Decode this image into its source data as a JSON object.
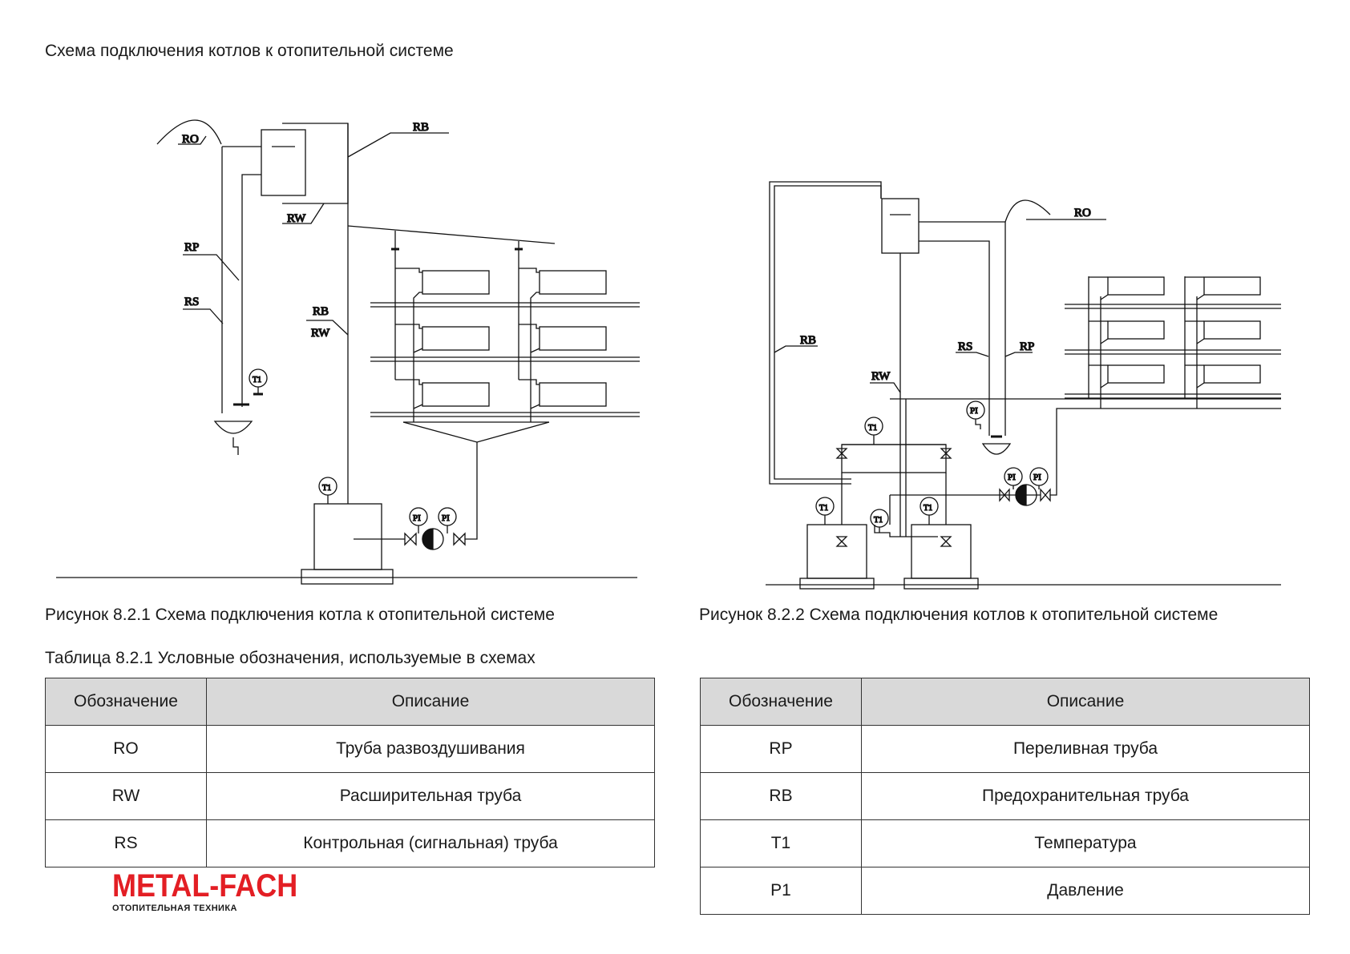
{
  "page_title": "Схема подключения котлов к отопительной системе",
  "figure1": {
    "caption": "Рисунок 8.2.1 Схема подключения котла к отопительной системе",
    "labels": {
      "ro": "RO",
      "rb_top": "RB",
      "rw_top": "RW",
      "rp": "RP",
      "rs": "RS",
      "rb_mid": "RB",
      "rw_mid": "RW",
      "t1": "T1",
      "pi1": "PI",
      "pi2": "PI"
    }
  },
  "figure2": {
    "caption": "Рисунок 8.2.2 Схема подключения котлов к отопительной системе",
    "labels": {
      "ro": "RO",
      "rb": "RB",
      "rs": "RS",
      "rp": "RP",
      "rw": "RW",
      "pi_top": "PI",
      "t1_top": "T1",
      "pi1": "PI",
      "pi2": "PI",
      "t1_left": "T1",
      "t1_mid": "T1",
      "t1_right": "T1"
    }
  },
  "table_caption": "Таблица 8.2.1 Условные обозначения, используемые в схемах",
  "table1": {
    "headers": [
      "Обозначение",
      "Описание"
    ],
    "rows": [
      [
        "RO",
        "Труба развоздушивания"
      ],
      [
        "RW",
        "Расширительная труба"
      ],
      [
        "RS",
        "Контрольная (сигнальная) труба"
      ]
    ]
  },
  "table2": {
    "headers": [
      "Обозначение",
      "Описание"
    ],
    "rows": [
      [
        "RP",
        "Переливная труба"
      ],
      [
        "RB",
        "Предохранительная труба"
      ],
      [
        "T1",
        "Температура"
      ],
      [
        "P1",
        "Давление"
      ]
    ]
  },
  "logo": {
    "main": "METAL-FACH",
    "sub": "ОТОПИТЕЛЬНАЯ ТЕХНИКА",
    "color": "#e31e24"
  }
}
